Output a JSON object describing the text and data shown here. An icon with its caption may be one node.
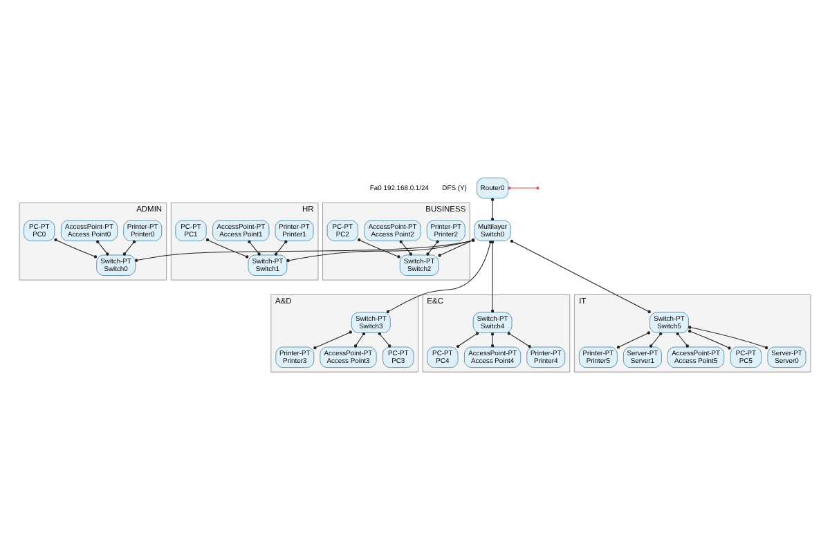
{
  "diagram": {
    "nodes": [
      {
        "text": [
          "ADMIN"
        ]
      },
      {
        "text": [
          "PC-PT PC0"
        ],
        "in": 0
      },
      {
        "text": [
          "Switch-PT Switch0"
        ],
        "in": 0
      },
      {
        "text": [
          "Printer-PT Printer0"
        ],
        "in": 0
      },
      {
        "text": [
          "AccessPoint-PT Access Point0"
        ],
        "in": 0
      },
      {
        "text": [
          "HR"
        ]
      },
      {
        "text": [
          "PC-PT PC1"
        ],
        "in": 5
      },
      {
        "text": [
          "Switch-PT Switch1"
        ],
        "in": 5
      },
      {
        "text": [
          "Printer-PT Printer1"
        ],
        "in": 5
      },
      {
        "text": [
          "AccessPoint-PT Access Point1"
        ],
        "in": 5
      },
      {
        "text": [
          "BUSINESS"
        ]
      },
      {
        "text": [
          "PC-PT PC2"
        ],
        "in": 10
      },
      {
        "text": [
          "Switch-PT Switch2"
        ],
        "in": 10
      },
      {
        "text": [
          "Printer-PT Printer2"
        ],
        "in": 10
      },
      {
        "text": [
          "AccessPoint-PT Access Point2"
        ],
        "in": 10
      },
      {
        "text": [
          "A&D"
        ]
      },
      {
        "text": [
          "Switch-PT Switch3"
        ],
        "in": 15
      },
      {
        "text": [
          "PC-PT PC3"
        ],
        "in": 15
      },
      {
        "text": [
          "Printer-PT Printer3"
        ],
        "in": 15
      },
      {
        "text": [
          "AccessPoint-PT Access Point3"
        ],
        "in": 15
      },
      {
        "text": [
          "E&C"
        ]
      },
      {
        "text": [
          "Switch-PT Switch4"
        ],
        "in": 20
      },
      {
        "text": [
          "Printer-PT Printer4"
        ],
        "in": 20
      },
      {
        "text": [
          "PC-PT PC4"
        ],
        "in": 20
      },
      {
        "text": [
          "AccessPoint-PT Access Point4"
        ],
        "in": 20
      },
      {
        "text": [
          "IT"
        ]
      },
      {
        "text": [
          "Switch-PT Switch5"
        ],
        "in": 25
      },
      {
        "text": [
          "PC-PT PC5"
        ],
        "in": 25
      },
      {
        "text": [
          "Server-PT Server0"
        ],
        "in": 25
      },
      {
        "text": [
          "Printer-PT Printer5"
        ],
        "in": 25
      },
      {
        "text": [
          "Server-PT Server1"
        ],
        "in": 25
      },
      {
        "text": [
          "AccessPoint-PT Access Point5"
        ],
        "in": 25
      },
      {
        "text": [
          "Multilayer Switch0"
        ]
      },
      {
        "text": [
          "Router0"
        ]
      }
    ],
    "edges": [
      {
        "from": 1,
        "to": 2,
        "arrow": "other"
      },
      {
        "from": 3,
        "to": 2,
        "arrow": "other"
      },
      {
        "from": 4,
        "to": 2,
        "arrow": "other"
      },
      {
        "from": 6,
        "to": 7,
        "arrow": "other"
      },
      {
        "from": 8,
        "to": 7,
        "arrow": "other"
      },
      {
        "from": 9,
        "to": 7,
        "arrow": "other"
      },
      {
        "from": 11,
        "to": 12,
        "arrow": "other"
      },
      {
        "from": 13,
        "to": 12,
        "arrow": "other"
      },
      {
        "from": 14,
        "to": 12,
        "arrow": "other"
      },
      {
        "from": 16,
        "to": 17,
        "arrow": "other"
      },
      {
        "from": 16,
        "to": 18,
        "arrow": "other"
      },
      {
        "from": 16,
        "to": 19,
        "arrow": "other"
      },
      {
        "from": 21,
        "to": 22,
        "arrow": "other"
      },
      {
        "from": 21,
        "to": 23,
        "arrow": "other"
      },
      {
        "from": 21,
        "to": 24,
        "arrow": "other"
      },
      {
        "from": 26,
        "to": 27,
        "arrow": "other"
      },
      {
        "from": 26,
        "to": 28,
        "arrow": "other"
      },
      {
        "from": 26,
        "to": 29,
        "arrow": "other"
      },
      {
        "from": 26,
        "to": 30,
        "arrow": "other"
      },
      {
        "from": 26,
        "to": 31,
        "arrow": "other"
      },
      {
        "from": 32,
        "to": 2,
        "arrow": "other"
      },
      {
        "from": 32,
        "to": 7,
        "arrow": "other"
      },
      {
        "from": 32,
        "to": 12,
        "arrow": "other"
      },
      {
        "from": 32,
        "to": 16,
        "arrow": "other"
      },
      {
        "from": 32,
        "to": 21,
        "arrow": "other"
      },
      {
        "from": 32,
        "to": 26,
        "arrow": "other"
      },
      {
        "from": 32,
        "to": 33,
        "arrow": "other"
      },
      {
        "from": 33,
        "to": null,
        "arrow": "other",
        "color": "#e05050"
      }
    ],
    "labels": [
      "Fa0 192.168.0.1/24",
      "DFS (Y)"
    ]
  }
}
